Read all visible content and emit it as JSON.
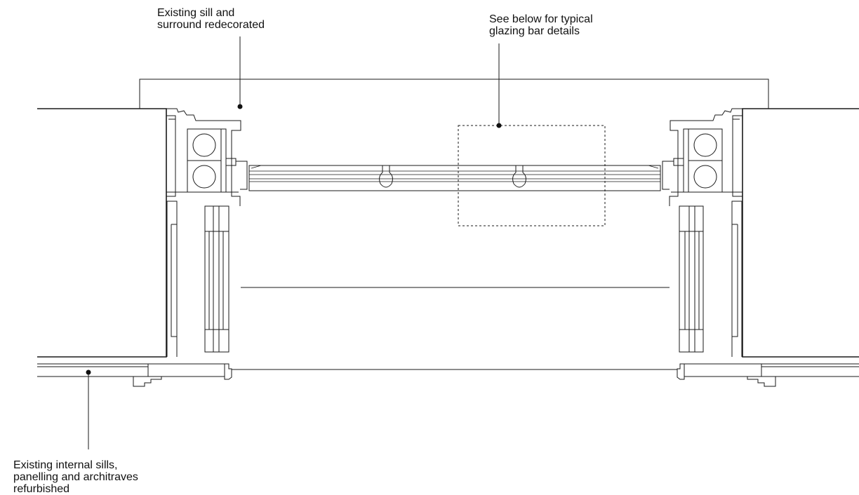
{
  "annotations": {
    "sill_surround": [
      "Existing sill and",
      "surround redecorated"
    ],
    "glazing_bar": [
      "See below for typical",
      "glazing bar details"
    ],
    "internal_sills": [
      "Existing internal sills,",
      "panelling and architraves",
      "refurbished"
    ]
  },
  "colors": {
    "line": "#1a1a1a",
    "background": "#ffffff"
  }
}
